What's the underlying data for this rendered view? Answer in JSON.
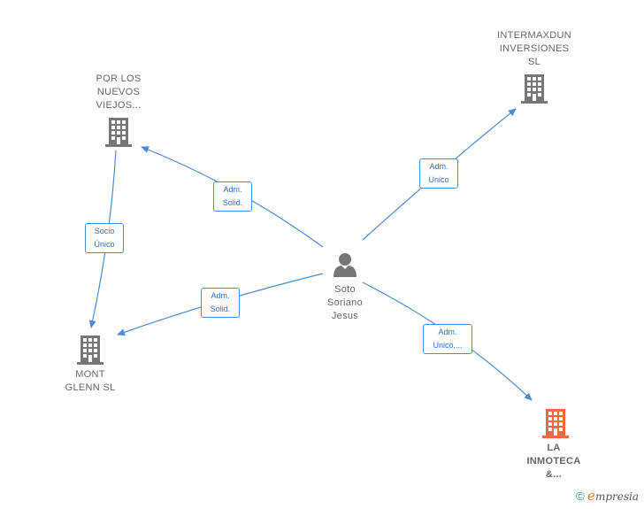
{
  "nodes": {
    "person": {
      "label": "Soto\nSoriano\nJesus",
      "icon": "person-icon"
    },
    "por_los_nuevos": {
      "label": "POR LOS\nNUEVOS\nVIEJOS...",
      "icon": "building-icon"
    },
    "intermaxdun": {
      "label": "INTERMAXDUN\nINVERSIONES\nSL",
      "icon": "building-icon"
    },
    "mont_glenn": {
      "label": "MONT\nGLENN  SL",
      "icon": "building-icon"
    },
    "la_inmoteca": {
      "label": "LA\nINMOTECA\n&...",
      "icon": "building-icon"
    }
  },
  "edges": {
    "adm_solid_1": "Adm.\nSolid.",
    "adm_unico_1": "Adm.\nUnico",
    "socio_unico": "Socio\nÚnico",
    "adm_solid_2": "Adm.\nSolid.",
    "adm_unico_2": "Adm.\nUnico,..."
  },
  "colors": {
    "edge": "#4a8bd6",
    "node": "#777777",
    "highlight": "#f26a3d"
  },
  "brand": {
    "copyright": "©",
    "initial": "e",
    "rest": "mpresia"
  }
}
